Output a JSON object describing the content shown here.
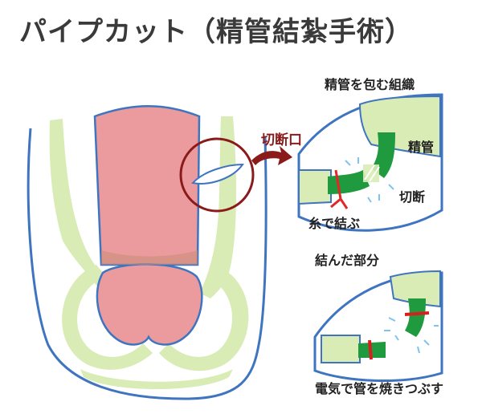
{
  "title": "パイプカット（精管結紮手術）",
  "labels": {
    "cut_opening": "切断口",
    "vas_tissue": "精管を包む組織",
    "vas_deferens": "精管",
    "cutting": "切断",
    "tie_with_thread": "糸で結ぶ",
    "tied_part": "結んだ部分",
    "cauterize": "電気で管を焼きつぶす"
  },
  "colors": {
    "skin_green": "#d9ecb6",
    "outline_blue": "#3f74c0",
    "penis_pink": "#eb9b9d",
    "cut_circle": "#8b1b1b",
    "vas_green": "#1f9a3e",
    "thread_red": "#e02828",
    "spark_blue": "#7fc3ee"
  }
}
